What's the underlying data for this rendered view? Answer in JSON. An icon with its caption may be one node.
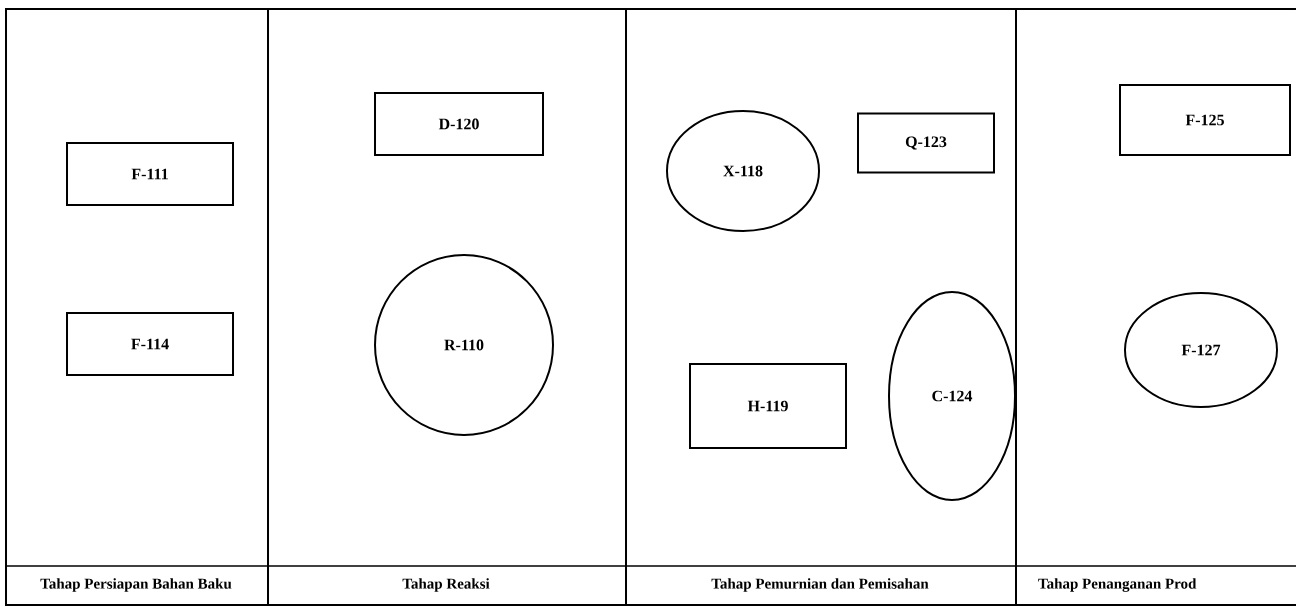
{
  "diagram": {
    "nodes": [
      {
        "text": [
          "Tahap Persiapan Bahan Baku"
        ]
      },
      {
        "text": [
          "Tahap Reaksi"
        ]
      },
      {
        "text": [
          "Tahap Pemurnian dan Pemisahan"
        ]
      },
      {
        "text": [
          "Tahap Penanganan Prod"
        ]
      },
      {
        "text": [
          "F-111"
        ],
        "in": 0
      },
      {
        "text": [
          "F-114"
        ],
        "in": 0
      },
      {
        "text": [
          "D-120"
        ],
        "in": 1
      },
      {
        "text": [
          "R-110"
        ],
        "in": 1
      },
      {
        "text": [
          "X-118"
        ],
        "in": 2
      },
      {
        "text": [
          "Q-123"
        ],
        "in": 2
      },
      {
        "text": [
          "H-119"
        ],
        "in": 2
      },
      {
        "text": [
          "C-124"
        ],
        "in": 2
      },
      {
        "text": [
          "F-125"
        ],
        "in": 3
      },
      {
        "text": [
          "F-127"
        ],
        "in": 3
      }
    ]
  }
}
